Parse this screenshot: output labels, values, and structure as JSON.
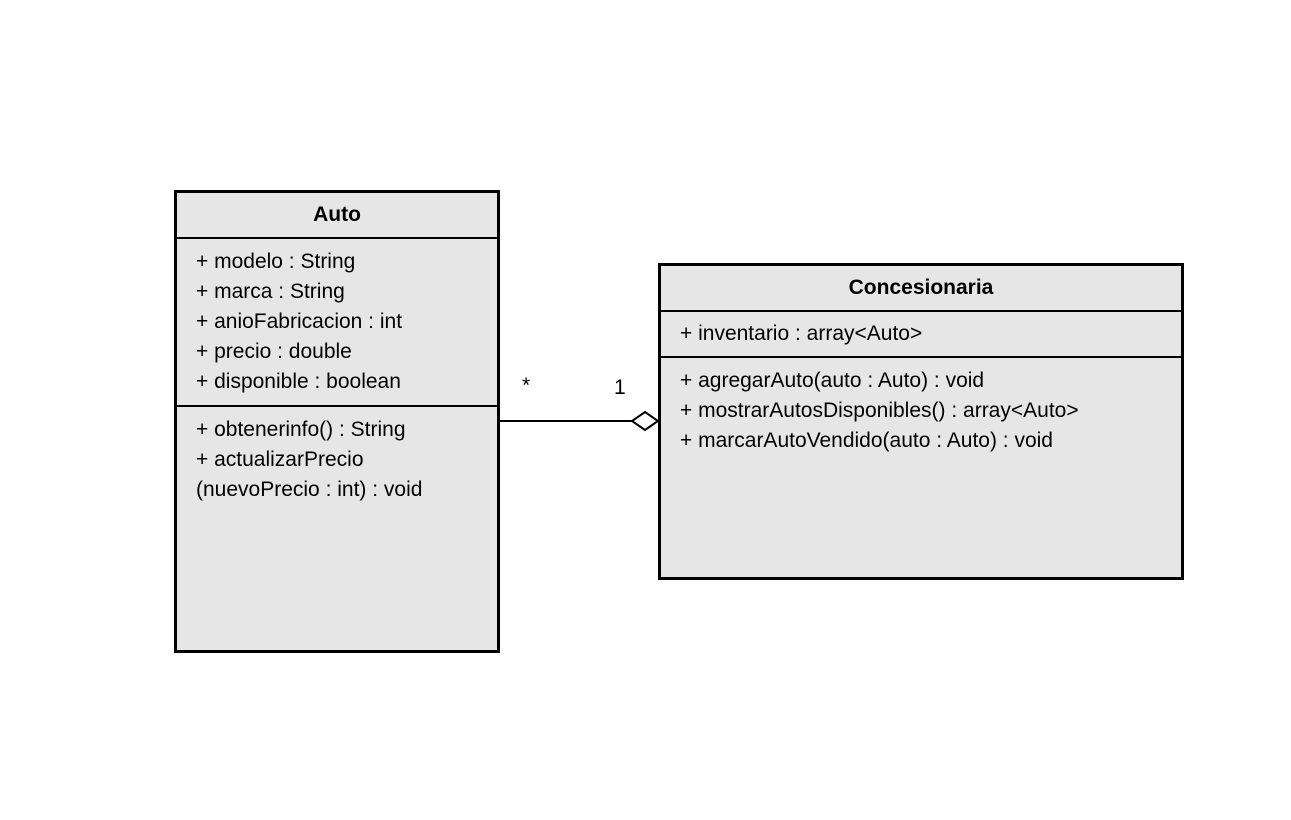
{
  "classes": {
    "auto": {
      "name": "Auto",
      "attributes": [
        "+ modelo : String",
        "+ marca : String",
        "+ anioFabricacion : int",
        "+ precio : double",
        "+ disponible : boolean"
      ],
      "operations": [
        "+ obtenerinfo() : String",
        "+ actualizarPrecio",
        "(nuevoPrecio : int) : void"
      ]
    },
    "concesionaria": {
      "name": "Concesionaria",
      "attributes": [
        "+ inventario : array<Auto>"
      ],
      "operations": [
        "+ agregarAuto(auto : Auto) : void",
        "+ mostrarAutosDisponibles() : array<Auto>",
        "+ marcarAutoVendido(auto : Auto) : void"
      ]
    }
  },
  "association": {
    "type": "aggregation",
    "multiplicity_auto": "*",
    "multiplicity_concesionaria": "1"
  },
  "colors": {
    "class_fill": "#e6e6e6",
    "stroke": "#000000",
    "background": "#ffffff"
  }
}
